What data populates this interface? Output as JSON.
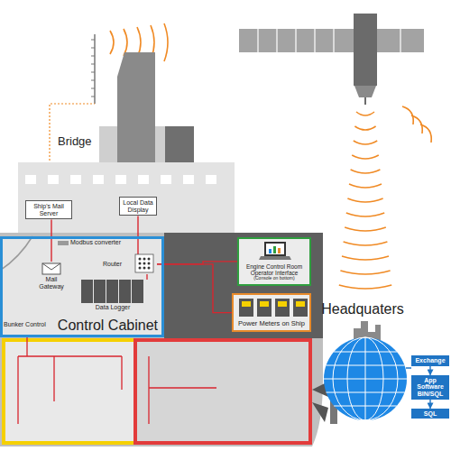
{
  "diagram": {
    "nodes": [
      {
        "text": [
          "Control Cabinet"
        ]
      },
      {
        "text": [
          "Modbus converter"
        ],
        "in": 0
      },
      {
        "text": [
          "Mail Gateway"
        ],
        "in": 0
      },
      {
        "text": [
          "Router"
        ],
        "in": 0
      },
      {
        "text": [
          "Data Logger"
        ],
        "in": 0
      },
      {
        "text": [
          "Ship's Mail Server"
        ]
      },
      {
        "text": [
          "Local Data Display"
        ]
      },
      {
        "text": [
          "Engine Control Room Operator Interface",
          "(Console on bottom)"
        ]
      },
      {
        "text": [
          "Power Meters on Ship"
        ]
      },
      {
        "text": [
          "Headquaters"
        ]
      },
      {
        "text": [
          "Exchange"
        ]
      },
      {
        "text": [
          "App Software BIN/SQL"
        ]
      },
      {
        "text": [
          "SQL"
        ]
      }
    ],
    "edges": [
      {
        "from": 5,
        "to": 2,
        "arrow": "none"
      },
      {
        "from": 6,
        "to": 3,
        "arrow": "none"
      },
      {
        "from": 3,
        "to": 7,
        "arrow": "none"
      },
      {
        "from": 3,
        "to": 8,
        "arrow": "none"
      },
      {
        "from": 10,
        "to": 11,
        "arrow": "to"
      },
      {
        "from": 11,
        "to": 12,
        "arrow": "to"
      }
    ],
    "labels": [
      "Bridge",
      "Bunker Control"
    ]
  }
}
